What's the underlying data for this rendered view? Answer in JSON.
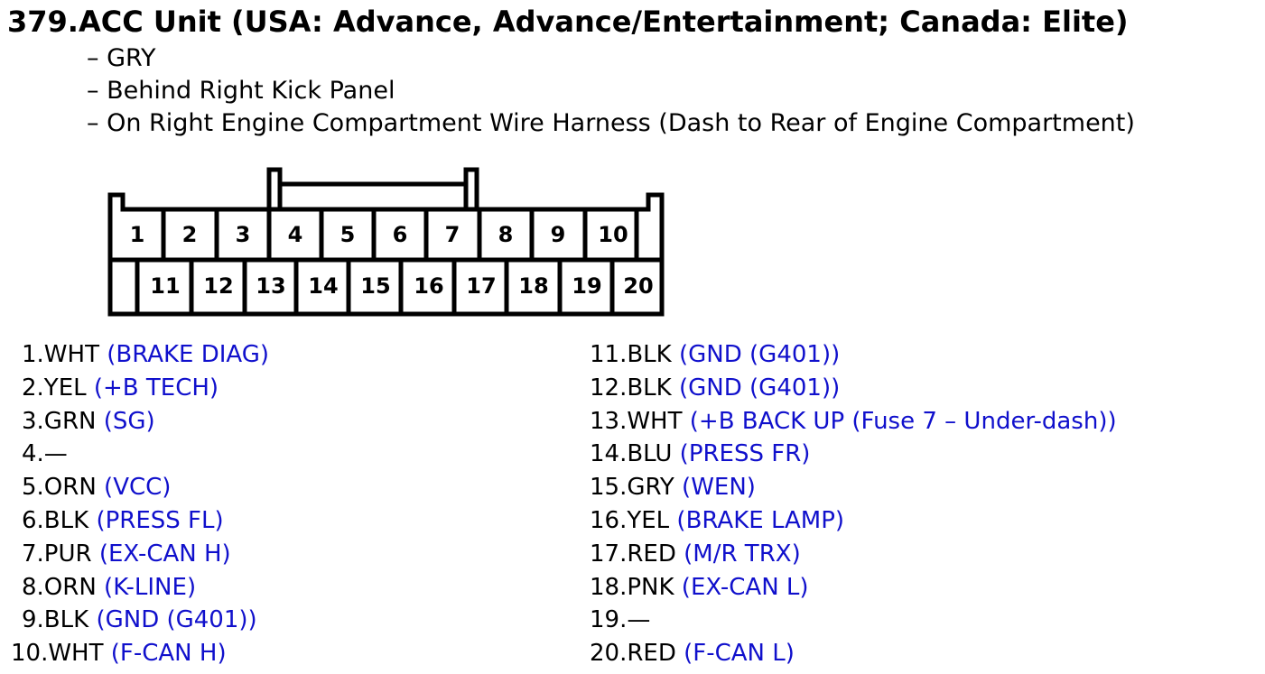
{
  "title": "379.ACC Unit (USA: Advance, Advance/Entertainment; Canada: Elite)",
  "details": [
    "– GRY",
    "– Behind Right Kick Panel",
    "– On Right Engine Compartment Wire Harness (Dash to Rear of Engine Compartment)"
  ],
  "connector": {
    "top_row": [
      "1",
      "2",
      "3",
      "4",
      "5",
      "6",
      "7",
      "8",
      "9",
      "10"
    ],
    "bottom_row": [
      "11",
      "12",
      "13",
      "14",
      "15",
      "16",
      "17",
      "18",
      "19",
      "20"
    ]
  },
  "pins_left": [
    {
      "label": "1.WHT",
      "function": "(BRAKE DIAG)"
    },
    {
      "label": "2.YEL",
      "function": "(+B TECH)"
    },
    {
      "label": "3.GRN",
      "function": "(SG)"
    },
    {
      "label": "4.—",
      "function": ""
    },
    {
      "label": "5.ORN",
      "function": "(VCC)"
    },
    {
      "label": "6.BLK",
      "function": "(PRESS FL)"
    },
    {
      "label": "7.PUR",
      "function": "(EX-CAN H)"
    },
    {
      "label": "8.ORN",
      "function": "(K-LINE)"
    },
    {
      "label": "9.BLK",
      "function": "(GND (G401))"
    },
    {
      "label": "10.WHT",
      "function": "(F-CAN H)"
    }
  ],
  "pins_right": [
    {
      "label": "11.BLK",
      "function": "(GND (G401))"
    },
    {
      "label": "12.BLK",
      "function": "(GND (G401))"
    },
    {
      "label": "13.WHT",
      "function": "(+B BACK UP (Fuse 7 – Under-dash))"
    },
    {
      "label": "14.BLU",
      "function": "(PRESS FR)"
    },
    {
      "label": "15.GRY",
      "function": "(WEN)"
    },
    {
      "label": "16.YEL",
      "function": "(BRAKE LAMP)"
    },
    {
      "label": "17.RED",
      "function": "(M/R TRX)"
    },
    {
      "label": "18.PNK",
      "function": "(EX-CAN L)"
    },
    {
      "label": "19.—",
      "function": ""
    },
    {
      "label": "20.RED",
      "function": "(F-CAN L)"
    }
  ]
}
